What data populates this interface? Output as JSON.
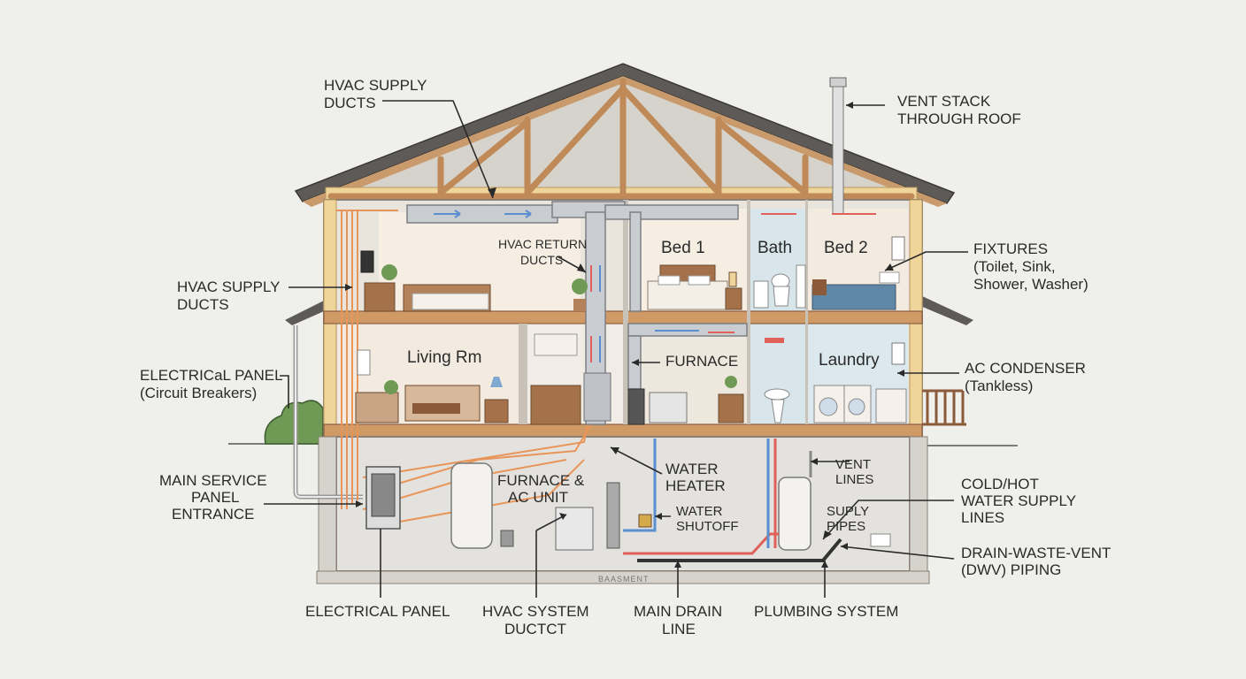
{
  "labels": {
    "hvac_supply_top_1": "HVAC SUPPLY",
    "hvac_supply_top_2": "DUCTS",
    "vent_stack_1": "VENT STACK",
    "vent_stack_2": "THROUGH ROOF",
    "hvac_supply_left_1": "HVAC SUPPLY",
    "hvac_supply_left_2": "DUCTS",
    "electrical_panel_left_1": "ELECTRICaL PANEL",
    "electrical_panel_left_2": "(Circuit Breakers)",
    "main_service_1": "MAIN SERVICE",
    "main_service_2": "PANEL",
    "main_service_3": "ENTRANCE",
    "hvac_return_1": "HVAC RETURN",
    "hvac_return_2": "DUCTS",
    "fixtures_1": "FIXTURES",
    "fixtures_2": "(Toilet, Sink,",
    "fixtures_3": "Shower, Washer)",
    "ac_condenser_1": "AC CONDENSER",
    "ac_condenser_2": "(Tankless)",
    "furnace": "FURNACE",
    "furnace_ac_1": "FURNACE &",
    "furnace_ac_2": "AC UNIT",
    "water_heater_1": "WATER",
    "water_heater_2": "HEATER",
    "water_shutoff_1": "WATER",
    "water_shutoff_2": "SHUTOFF",
    "vent_lines_1": "VENT",
    "vent_lines_2": "LINES",
    "supply_pipes_1": "SUPLY",
    "supply_pipes_2": "PIPES",
    "cold_hot_1": "COLD/HOT",
    "cold_hot_2": "WATER SUPPLY",
    "cold_hot_3": "LINES",
    "dwv_1": "DRAIN-WASTE-VENT",
    "dwv_2": "(DWV) PIPING",
    "electrical_panel_bottom": "ELECTRICAL PANEL",
    "hvac_system_1": "HVAC SYSTEM",
    "hvac_system_2": "DUCTCT",
    "main_drain_1": "MAIN DRAIN",
    "main_drain_2": "LINE",
    "plumbing_system": "PLUMBING SYSTEM",
    "basement": "BAASMENT"
  },
  "rooms": {
    "bed1": "Bed 1",
    "bath": "Bath",
    "bed2": "Bed 2",
    "living": "Living Rm",
    "laundry": "Laundry"
  }
}
